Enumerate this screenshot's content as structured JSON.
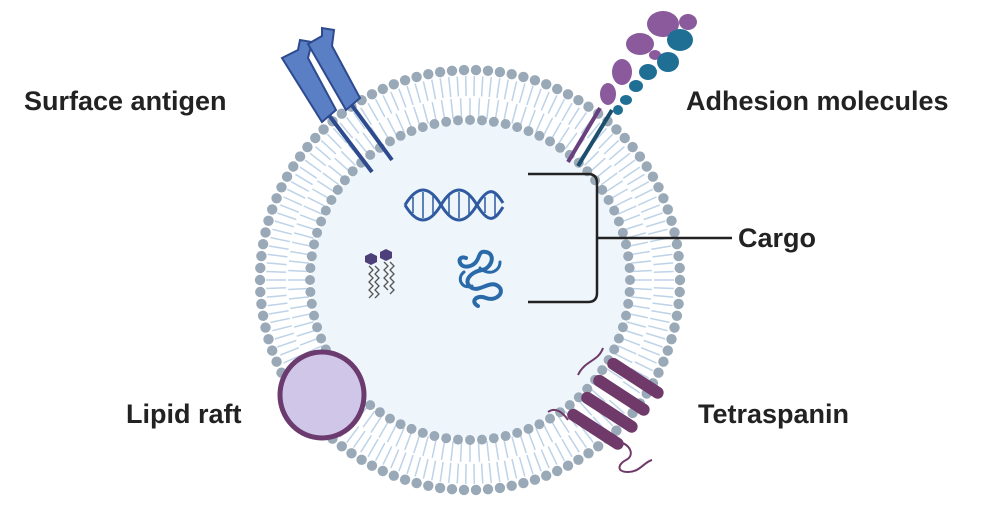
{
  "labels": {
    "surface_antigen": "Surface antigen",
    "adhesion_molecules": "Adhesion molecules",
    "cargo": "Cargo",
    "lipid_raft": "Lipid raft",
    "tetraspanin": "Tetraspanin"
  },
  "colors": {
    "lumen": "#eef5fb",
    "head_group": "#9aa9b7",
    "lipid_tail": "#bdd3e8",
    "surface_antigen": "#5b7fc4",
    "surface_antigen_dark": "#2e4a8f",
    "adhesion_purple": "#8a5a9c",
    "adhesion_teal": "#1f6f95",
    "dna": "#2f5aa0",
    "protein": "#2a6aa8",
    "lipid_raft_fill": "#d0c7e8",
    "lipid_raft_stroke": "#6b3a6e",
    "tetraspanin": "#6f3a6a",
    "bracket": "#222222"
  }
}
